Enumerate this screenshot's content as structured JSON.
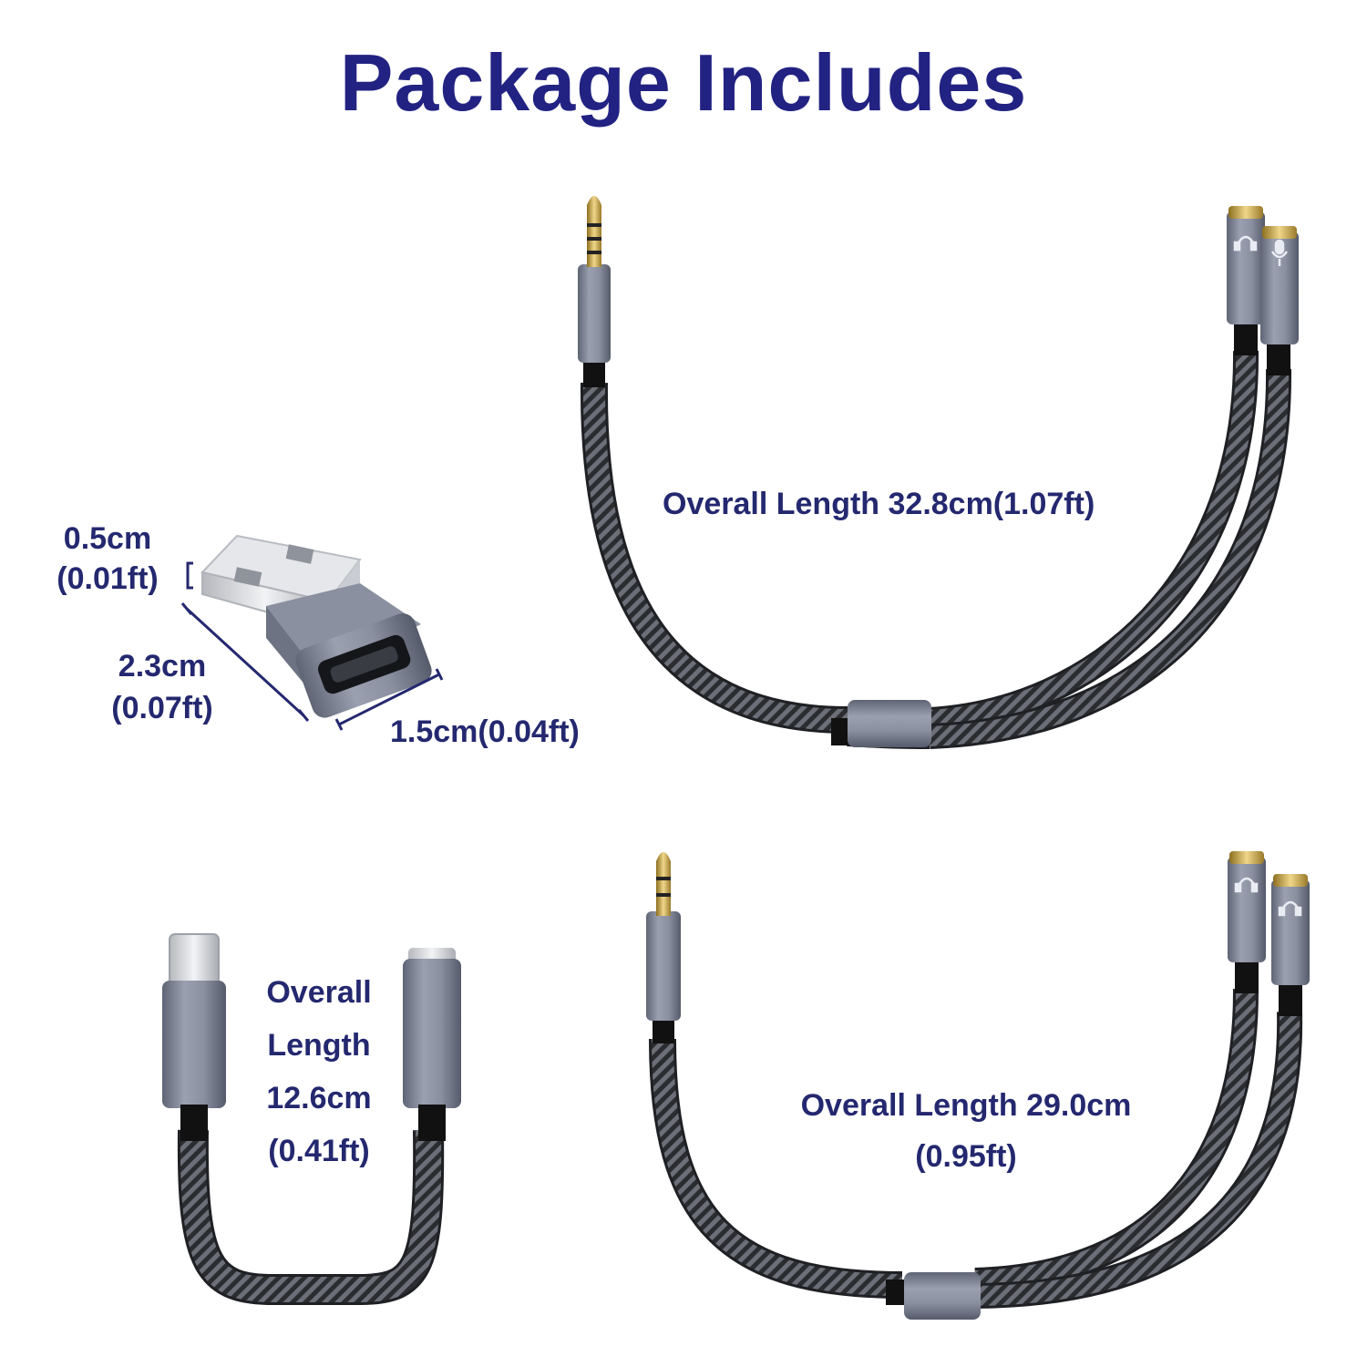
{
  "title": "Package Includes",
  "adapter": {
    "height_line1": "0.5cm",
    "height_line2": "(0.01ft)",
    "depth_line1": "2.3cm",
    "depth_line2": "(0.07ft)",
    "width": "1.5cm(0.04ft)"
  },
  "splitter_top": {
    "length": "Overall Length 32.8cm(1.07ft)"
  },
  "typec_cable": {
    "line1": "Overall",
    "line2": "Length",
    "line3": "12.6cm",
    "line4": "(0.41ft)"
  },
  "splitter_bottom": {
    "line1": "Overall Length 29.0cm",
    "line2": "(0.95ft)"
  },
  "colors": {
    "title": "#222283",
    "label": "#24286f",
    "metal": "#7f8596",
    "gold": "#c8a84a",
    "cable": "#2e2f33"
  }
}
